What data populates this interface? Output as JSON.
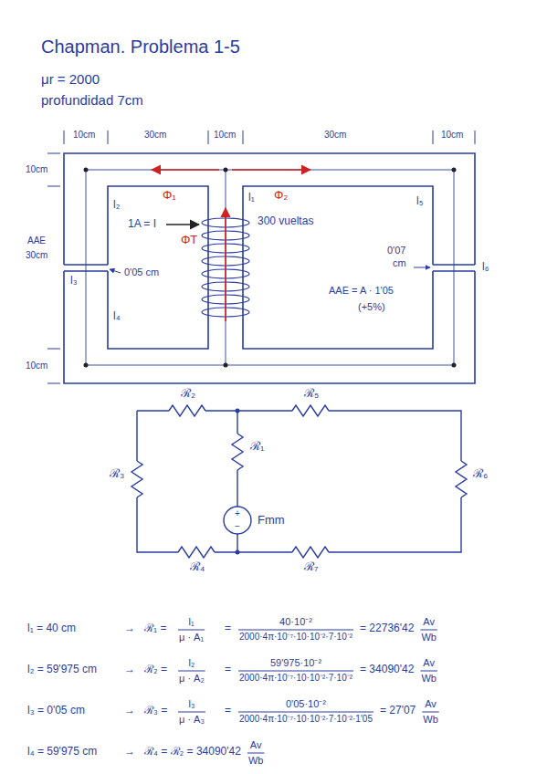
{
  "diagram": {
    "title": "Chapman. Problema 1-5",
    "labels": [
      "μr = 2000",
      "profundidad 7cm",
      "10cm",
      "30cm",
      "10cm",
      "30cm",
      "10cm",
      "10cm",
      "AAE",
      "30cm",
      "10cm",
      "l₂",
      "1A = I",
      "l₁",
      "300 vueltas",
      "l₃",
      "0'05 cm",
      "l₄",
      "l₅",
      "l₆",
      "0'07",
      "cm",
      "AAE = A · 1'05",
      "(+5%)",
      "Φ₁",
      "Φ₂",
      "ΦT",
      "ℛ₂",
      "ℛ₅",
      "ℛ₁",
      "ℛ₃",
      "ℛ₆",
      "+",
      "−",
      "Fmm",
      "ℛ₄",
      "ℛ₇",
      "l₁ = 40 cm",
      "→",
      "ℛ₁ =",
      "l₁",
      "μ · A₁",
      "=",
      "40·10⁻²",
      "2000·4π·10⁻⁷·10·10⁻²·7·10⁻²",
      "= 22736'42",
      "Av",
      "Wb",
      "l₂ = 59'975 cm",
      "→",
      "ℛ₂ =",
      "l₂",
      "μ · A₂",
      "=",
      "59'975·10⁻²",
      "2000·4π·10⁻⁷·10·10⁻²·7·10⁻²",
      "= 34090'42",
      "Av",
      "Wb",
      "l₃ = 0'05 cm",
      "→",
      "ℛ₃ =",
      "l₃",
      "μ · A₃",
      "=",
      "0'05·10⁻²",
      "2000·4π·10⁻⁷·10·10⁻²·7·10⁻²·1'05",
      "= 27'07",
      "Av",
      "Wb",
      "l₄ = 59'975 cm",
      "→",
      "ℛ₄ = ℛ₂ = 34090'42",
      "Av",
      "Wb"
    ]
  }
}
